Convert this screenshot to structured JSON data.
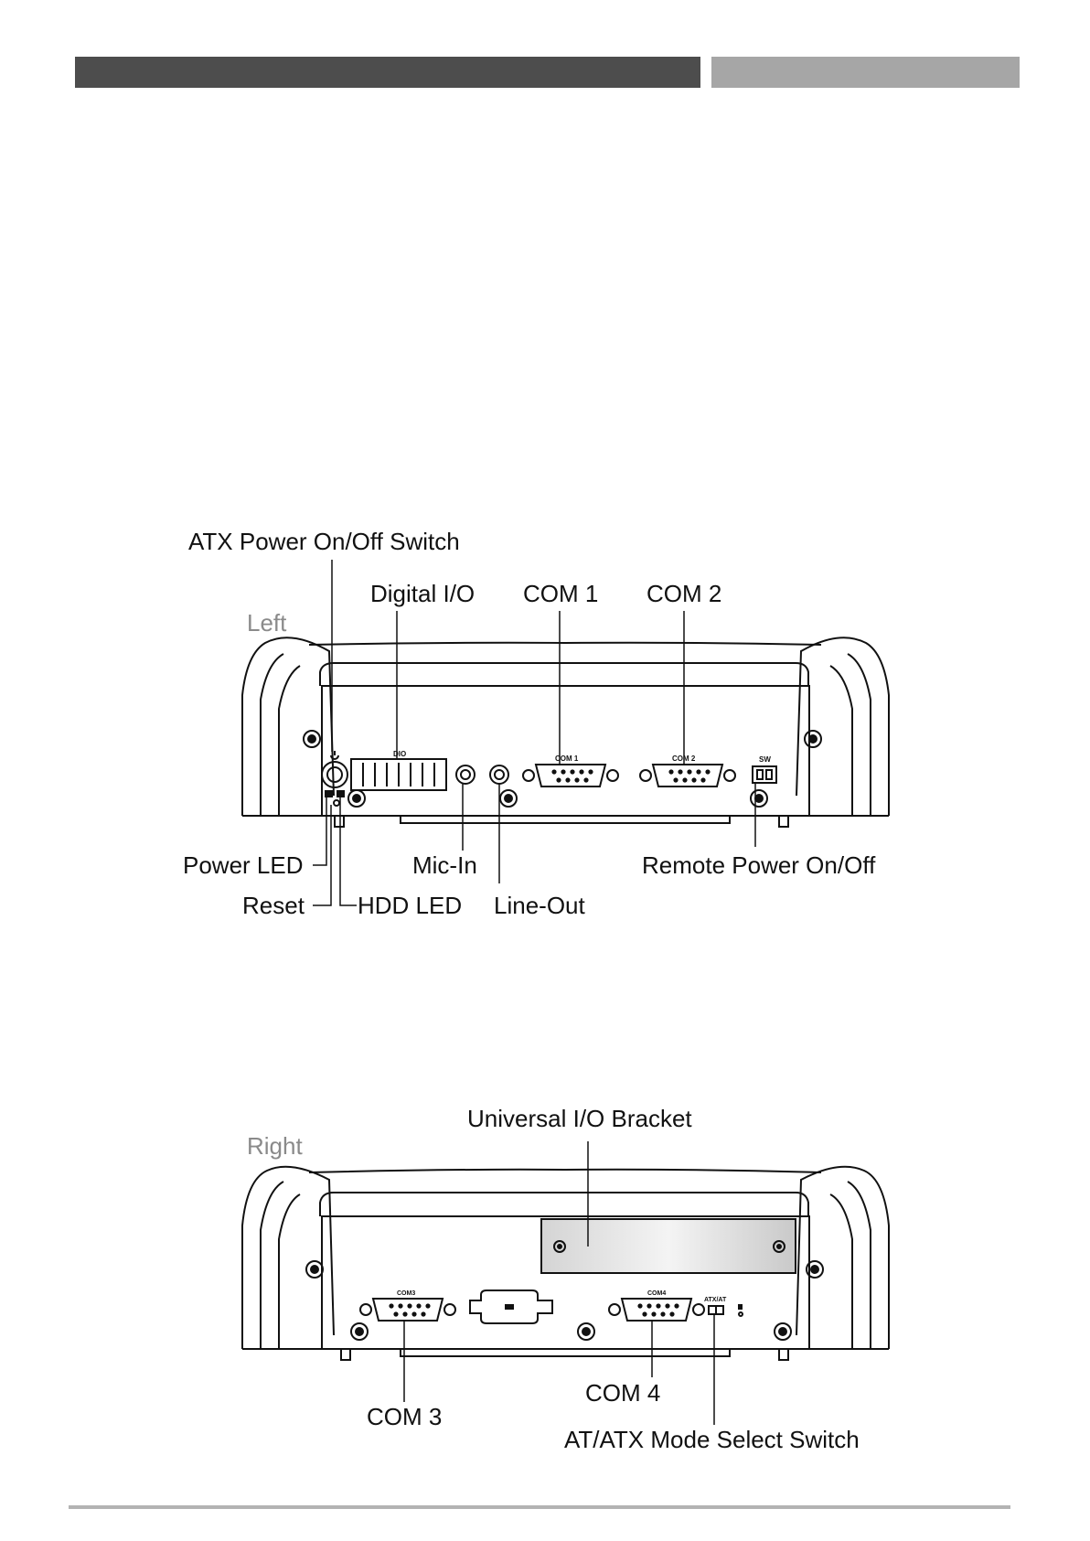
{
  "header": {
    "left_band_color": "#4d4d4d",
    "right_band_color": "#a6a6a6"
  },
  "left_view": {
    "side_label": "Left",
    "callouts": {
      "atx_power": "ATX Power On/Off Switch",
      "digital_io": "Digital I/O",
      "com1": "COM 1",
      "com2": "COM 2",
      "power_led": "Power LED",
      "reset": "Reset",
      "hdd_led": "HDD LED",
      "mic_in": "Mic-In",
      "line_out": "Line-Out",
      "remote_power": "Remote Power On/Off"
    },
    "panel_text": {
      "dio": "DIO",
      "com1": "COM 1",
      "com2": "COM 2",
      "sw": "SW"
    }
  },
  "right_view": {
    "side_label": "Right",
    "callouts": {
      "universal_io": "Universal I/O Bracket",
      "com3": "COM 3",
      "com4": "COM 4",
      "at_atx": "AT/ATX Mode Select Switch"
    },
    "panel_text": {
      "com3": "COM3",
      "com4": "COM4",
      "atx_at": "ATX/AT"
    }
  },
  "footer": {
    "rule_color": "#b3b3b3"
  }
}
